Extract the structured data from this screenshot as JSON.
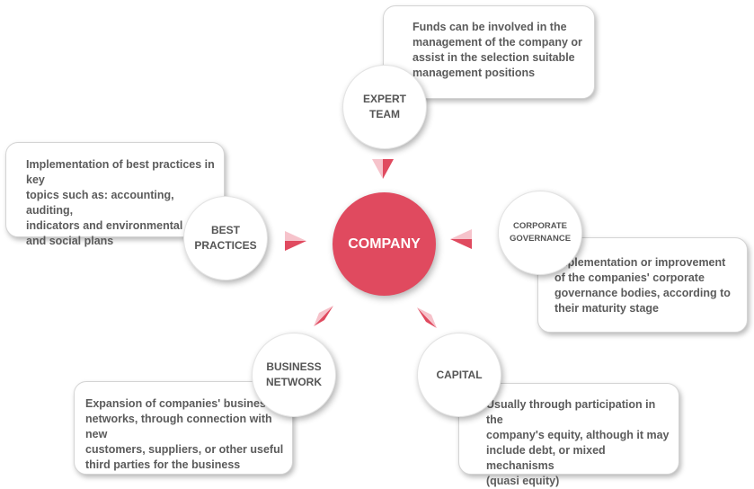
{
  "center": {
    "label": "COMPANY"
  },
  "nodes": {
    "expert_team": {
      "label": "EXPERT\nTEAM",
      "description": "Funds can be involved in the\nmanagement of the company or\nassist in the selection suitable\n     management positions"
    },
    "best_practices": {
      "label": "BEST\nPRACTICES",
      "description": "Implementation of best practices in key\ntopics such as: accounting, auditing,\nindicators and environmental\nand social plans"
    },
    "corporate_governance": {
      "label": "CORPORATE\nGOVERNANCE",
      "description": "Implementation or improvement\nof the companies' corporate\ngovernance bodies, according to\ntheir maturity stage"
    },
    "business_network": {
      "label": "BUSINESS\nNETWORK",
      "description": "Expansion of companies' business\nnetworks, through connection with new\ncustomers, suppliers, or other useful\nthird parties for the business"
    },
    "capital": {
      "label": "CAPITAL",
      "description": "Usually through participation in the\ncompany's equity, although it may\ninclude debt, or mixed mechanisms\n(quasi equity)"
    }
  },
  "colors": {
    "accent": "#e04a5f",
    "arrow_light": "#f6c3cb",
    "text": "#5b5b5b",
    "border": "#d4d4d4"
  }
}
